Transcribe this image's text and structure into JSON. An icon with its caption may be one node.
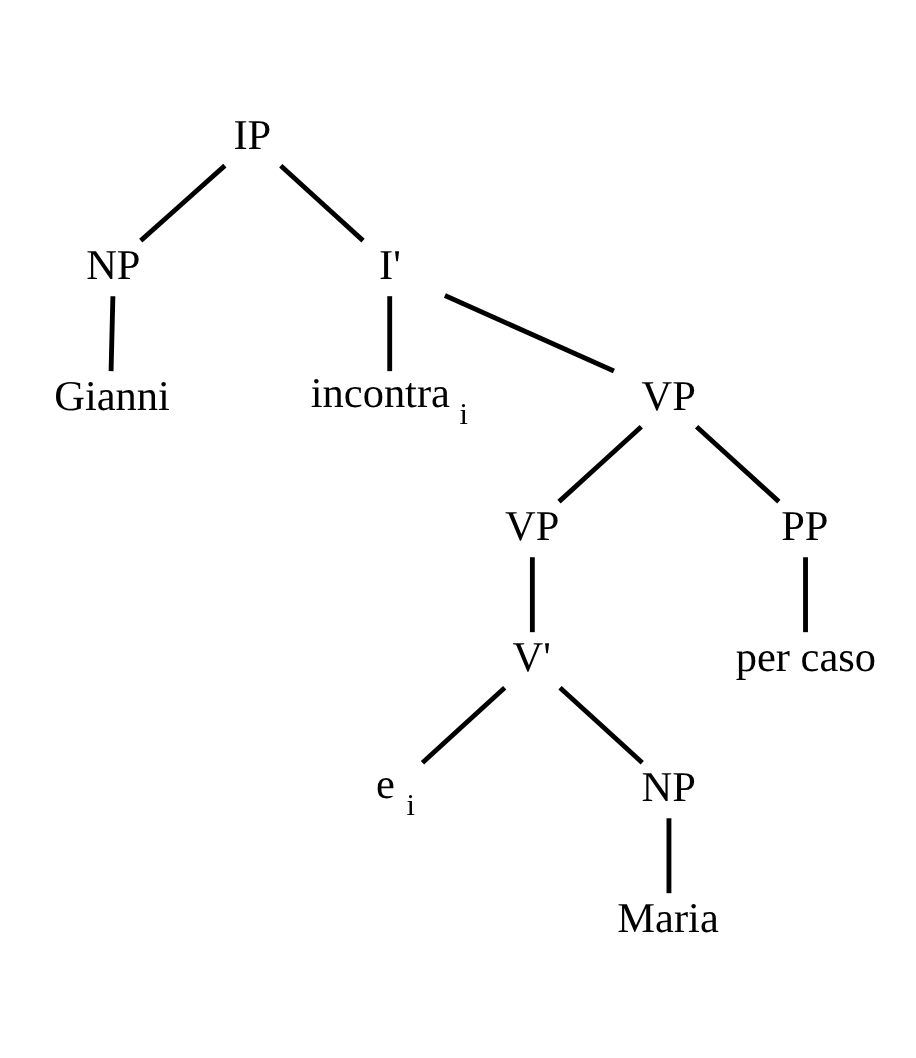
{
  "diagram": {
    "nodes": [
      {
        "text": [
          "IP"
        ]
      },
      {
        "text": [
          "NP"
        ]
      },
      {
        "text": [
          "I'"
        ]
      },
      {
        "text": [
          "Gianni"
        ]
      },
      {
        "text": [
          "incontra $_{i}$"
        ]
      },
      {
        "text": [
          "VP"
        ]
      },
      {
        "text": [
          "VP"
        ]
      },
      {
        "text": [
          "PP"
        ]
      },
      {
        "text": [
          "per caso"
        ]
      },
      {
        "text": [
          "V'"
        ]
      },
      {
        "text": [
          "e $_{i}$"
        ]
      },
      {
        "text": [
          "NP"
        ]
      },
      {
        "text": [
          "Maria"
        ]
      }
    ],
    "edges": [
      {
        "from": 0,
        "to": 1,
        "arrow": "none"
      },
      {
        "from": 0,
        "to": 2,
        "arrow": "none"
      },
      {
        "from": 1,
        "to": 3,
        "arrow": "none"
      },
      {
        "from": 2,
        "to": 4,
        "arrow": "none"
      },
      {
        "from": 2,
        "to": 5,
        "arrow": "none"
      },
      {
        "from": 5,
        "to": 6,
        "arrow": "none"
      },
      {
        "from": 5,
        "to": 7,
        "arrow": "none"
      },
      {
        "from": 7,
        "to": 8,
        "arrow": "none"
      },
      {
        "from": 6,
        "to": 9,
        "arrow": "none"
      },
      {
        "from": 9,
        "to": 10,
        "arrow": "none"
      },
      {
        "from": 9,
        "to": 11,
        "arrow": "none"
      },
      {
        "from": 11,
        "to": 12,
        "arrow": "none"
      }
    ]
  }
}
